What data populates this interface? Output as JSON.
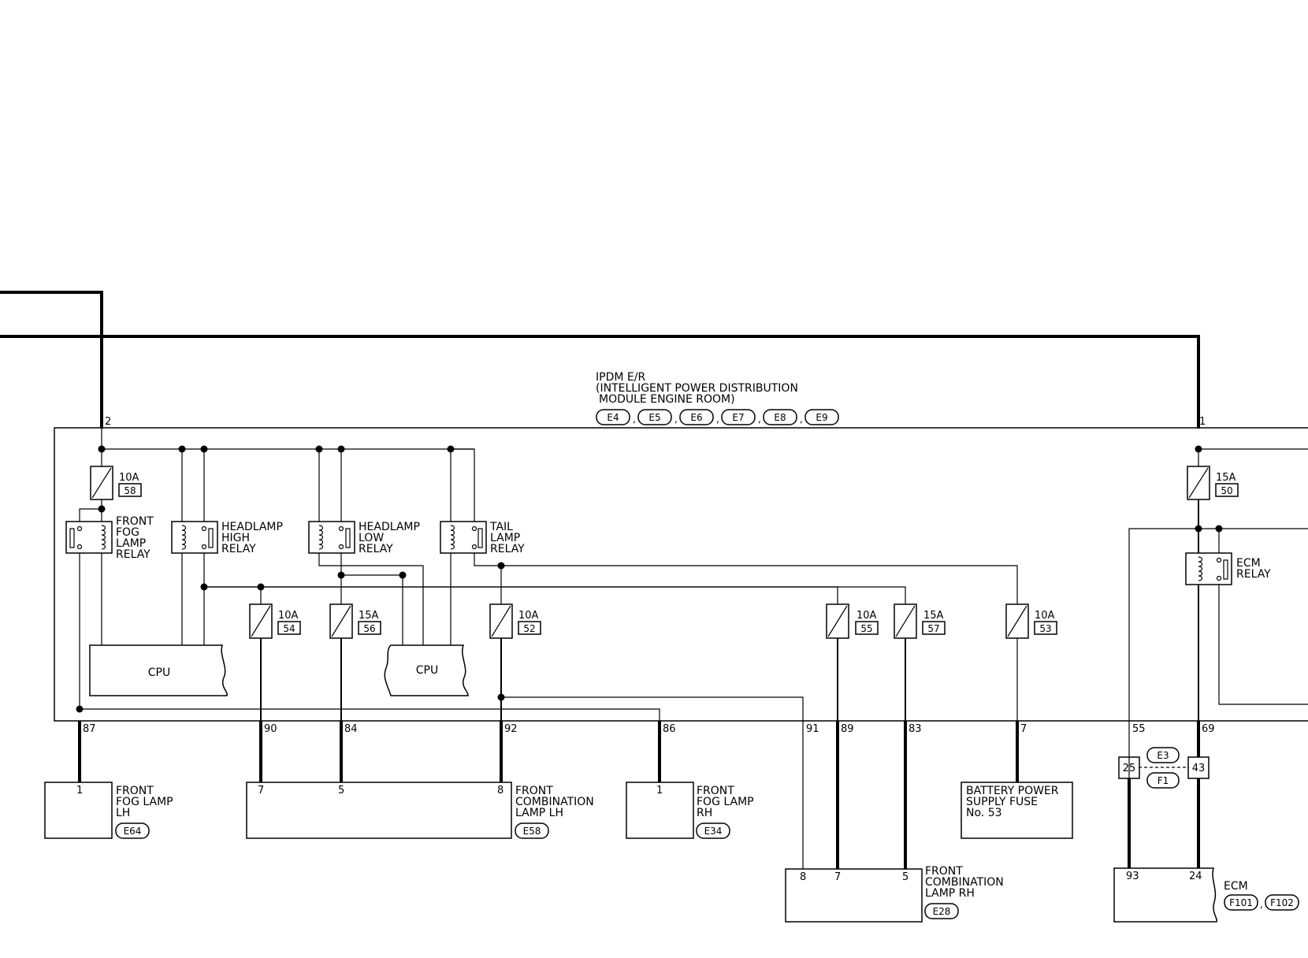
{
  "ipdm": {
    "title_lines": [
      "IPDM E/R",
      "(INTELLIGENT POWER DISTRIBUTION",
      "MODULE ENGINE ROOM)"
    ],
    "connectors": [
      "E4",
      "E5",
      "E6",
      "E7",
      "E8",
      "E9"
    ],
    "top_pins": [
      "2",
      "1"
    ]
  },
  "fuses": [
    {
      "amp": "10A",
      "num": "58"
    },
    {
      "amp": "10A",
      "num": "54"
    },
    {
      "amp": "15A",
      "num": "56"
    },
    {
      "amp": "10A",
      "num": "52"
    },
    {
      "amp": "10A",
      "num": "55"
    },
    {
      "amp": "15A",
      "num": "57"
    },
    {
      "amp": "10A",
      "num": "53"
    },
    {
      "amp": "15A",
      "num": "50"
    }
  ],
  "relays": [
    {
      "lines": [
        "FRONT",
        "FOG",
        "LAMP",
        "RELAY"
      ]
    },
    {
      "lines": [
        "HEADLAMP",
        "HIGH",
        "RELAY"
      ]
    },
    {
      "lines": [
        "HEADLAMP",
        "LOW",
        "RELAY"
      ]
    },
    {
      "lines": [
        "TAIL",
        "LAMP",
        "RELAY"
      ]
    },
    {
      "lines": [
        "ECM",
        "RELAY"
      ]
    }
  ],
  "cpu_labels": [
    "CPU",
    "CPU"
  ],
  "bottom_pins": [
    "87",
    "90",
    "84",
    "92",
    "86",
    "91",
    "89",
    "83",
    "7",
    "55",
    "69"
  ],
  "components": [
    {
      "lines": [
        "FRONT",
        "FOG LAMP",
        "LH"
      ],
      "connector": "E64",
      "pins": [
        "1"
      ]
    },
    {
      "lines": [
        "FRONT",
        "COMBINATION",
        "LAMP LH"
      ],
      "connector": "E58",
      "pins": [
        "7",
        "5",
        "8"
      ]
    },
    {
      "lines": [
        "FRONT",
        "FOG LAMP",
        "RH"
      ],
      "connector": "E34",
      "pins": [
        "1"
      ]
    },
    {
      "lines": [
        "BATTERY POWER",
        "SUPPLY FUSE",
        "No. 53"
      ]
    },
    {
      "lines": [
        "FRONT",
        "COMBINATION",
        "LAMP RH"
      ],
      "connector": "E28",
      "pins": [
        "8",
        "7",
        "5"
      ]
    },
    {
      "lines": [
        "ECM"
      ],
      "connectors": [
        "F101",
        "F102"
      ],
      "pins": [
        "93",
        "24"
      ]
    }
  ],
  "joint": {
    "pins": [
      "25",
      "43"
    ],
    "connectors": [
      "E3",
      "F1"
    ]
  }
}
